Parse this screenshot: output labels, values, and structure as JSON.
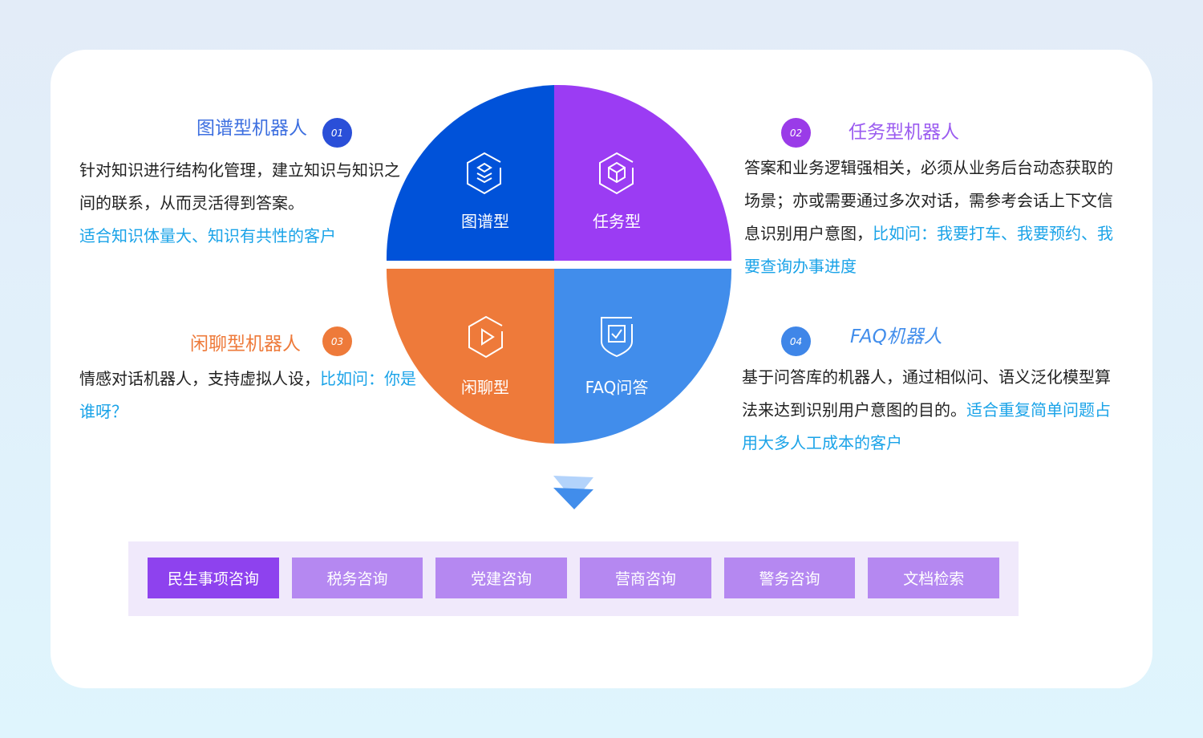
{
  "sections": [
    {
      "id": "01",
      "title": "图谱型机器人",
      "badge": "01",
      "segment": "图谱型",
      "body": "针对知识进行结构化管理，建立知识与知识之间的联系，从而灵活得到答案。",
      "highlight": "适合知识体量大、知识有共性的客户",
      "color": "#0052d9"
    },
    {
      "id": "02",
      "title": "任务型机器人",
      "badge": "02",
      "segment": "任务型",
      "body": "答案和业务逻辑强相关，必须从业务后台动态获取的场景；亦或需要通过多次对话，需参考会话上下文信息识别用户意图，",
      "highlight": "比如问：我要打车、我要预约、我要查询办事进度",
      "color": "#9b3cf3"
    },
    {
      "id": "03",
      "title": "闲聊型机器人",
      "badge": "03",
      "segment": "闲聊型",
      "body": "情感对话机器人，支持虚拟人设，",
      "highlight": "比如问：你是谁呀？",
      "color": "#ee7a3a"
    },
    {
      "id": "04",
      "title": "FAQ机器人",
      "badge": "04",
      "segment": "FAQ问答",
      "body": "基于问答库的机器人，通过相似问、语义泛化模型算法来达到识别用户意图的目的。",
      "highlight": "适合重复简单问题占用大多人工成本的客户",
      "color": "#418deb"
    }
  ],
  "tags": [
    {
      "label": "民生事项咨询",
      "active": true
    },
    {
      "label": "税务咨询"
    },
    {
      "label": "党建咨询"
    },
    {
      "label": "营商咨询"
    },
    {
      "label": "警务咨询"
    },
    {
      "label": "文档检索"
    }
  ],
  "highlight_color": "#1aa3e8"
}
